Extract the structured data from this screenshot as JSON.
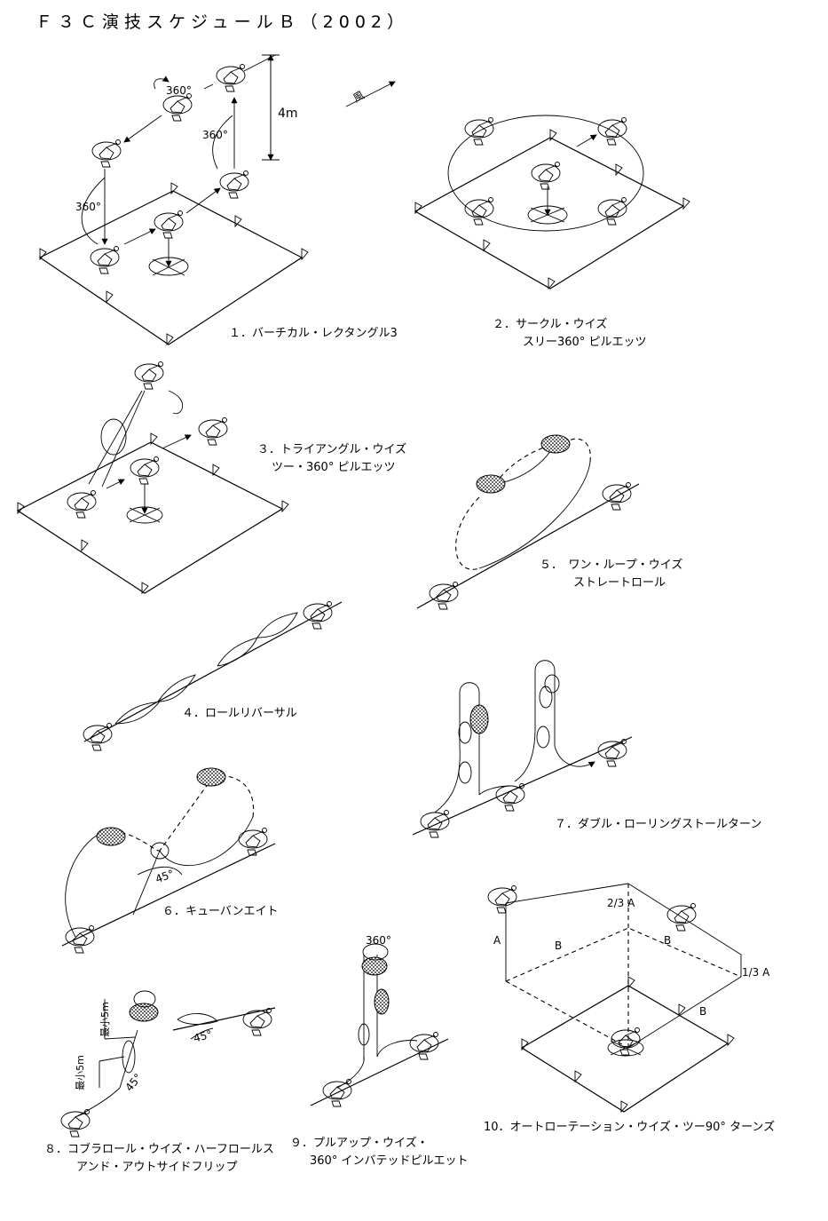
{
  "title": "Ｆ３Ｃ演技スケジュールＢ（2002）",
  "wind_label": "風",
  "manoeuvres": [
    {
      "num": "１",
      "line1": "１．バーチカル・レクタングル3",
      "line2": ""
    },
    {
      "num": "２",
      "line1": "２．サークル・ウイズ",
      "line2": "スリー360° ピルエッツ"
    },
    {
      "num": "３",
      "line1": "３．トライアングル・ウイズ",
      "line2": "ツー・360° ピルエッツ"
    },
    {
      "num": "４",
      "line1": "４．ロールリバーサル",
      "line2": ""
    },
    {
      "num": "５",
      "line1": "５．　ワン・ループ・ウイズ",
      "line2": "ストレートロール"
    },
    {
      "num": "６",
      "line1": "６．キューバンエイト",
      "line2": ""
    },
    {
      "num": "７",
      "line1": "７．ダブル・ローリングストールターン",
      "line2": ""
    },
    {
      "num": "８",
      "line1": "８．コブラロール・ウイズ・ハーフロールス",
      "line2": "アンド・アウトサイドフリップ"
    },
    {
      "num": "９",
      "line1": "９．プルアップ・ウイズ・",
      "line2": "360° インバテッドピルエット"
    },
    {
      "num": "１０",
      "line1": "10．オートローテーション・ウイズ・ツー90° ターンズ",
      "line2": ""
    }
  ],
  "labels": {
    "height_4m": "4m",
    "deg360_a": "360°",
    "deg360_b": "360°",
    "deg360_c": "360°",
    "deg360_9": "360°",
    "deg45_6": "45°",
    "deg45_8a": "45°",
    "deg45_8b": "45°",
    "min5m_a": "最小5m",
    "min5m_b": "最小5m",
    "A_left": "A",
    "B_1": "B",
    "B_2": "B",
    "B_3": "B",
    "A_frac": "2/3 A",
    "A_third": "1/3 A"
  }
}
